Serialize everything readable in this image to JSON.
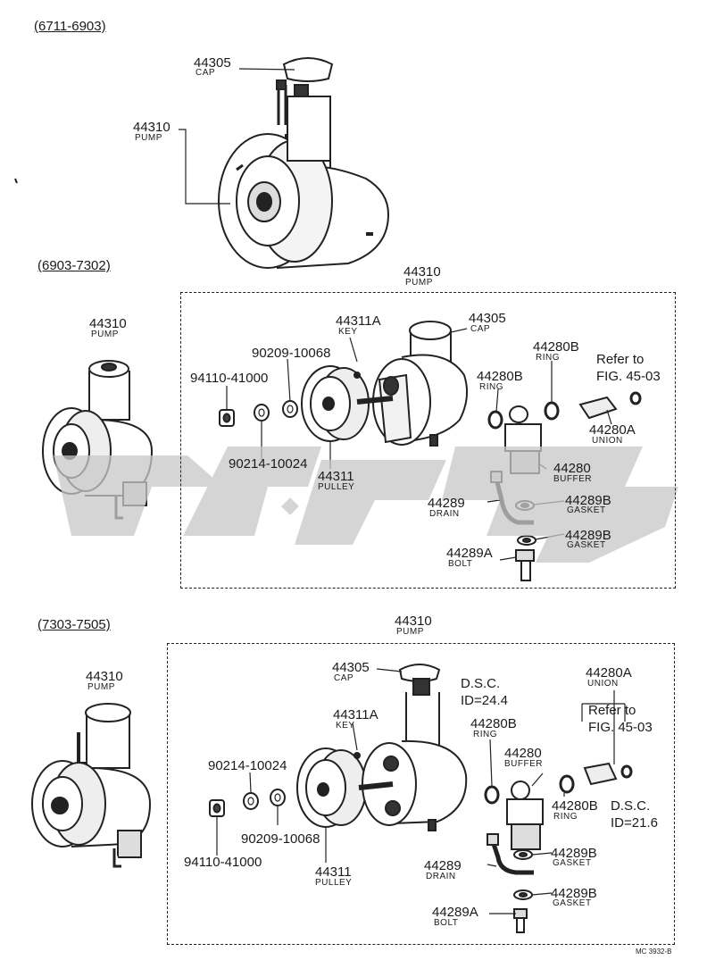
{
  "sections": [
    {
      "header": "(6711-6903)",
      "labels": {
        "cap_num": "44305",
        "cap_name": "CAP",
        "pump_num": "44310",
        "pump_name": "PUMP"
      }
    },
    {
      "header": "(6903-7302)",
      "labels": {
        "frame_num": "44310",
        "frame_name": "PUMP",
        "side_pump_num": "44310",
        "side_pump_name": "PUMP",
        "key_num": "44311A",
        "key_name": "KEY",
        "cap_num": "44305",
        "cap_name": "CAP",
        "ring1_num": "44280B",
        "ring1_name": "RING",
        "ring2_num": "44280B",
        "ring2_name": "RING",
        "refer_line1": "Refer to",
        "refer_line2": "FIG. 45-03",
        "washer_num": "90209-10068",
        "nut_num": "94110-41000",
        "washer2_num": "90214-10024",
        "pulley_num": "44311",
        "pulley_name": "PULLEY",
        "union_num": "44280A",
        "union_name": "UNION",
        "buffer_num": "44280",
        "buffer_name": "BUFFER",
        "drain_num": "44289",
        "drain_name": "DRAIN",
        "gasket1_num": "44289B",
        "gasket1_name": "GASKET",
        "gasket2_num": "44289B",
        "gasket2_name": "GASKET",
        "bolt_num": "44289A",
        "bolt_name": "BOLT"
      }
    },
    {
      "header": "(7303-7505)",
      "labels": {
        "frame_num": "44310",
        "frame_name": "PUMP",
        "side_pump_num": "44310",
        "side_pump_name": "PUMP",
        "cap_num": "44305",
        "cap_name": "CAP",
        "dsc1_line1": "D.S.C.",
        "dsc1_line2": "ID=24.4",
        "union_num": "44280A",
        "union_name": "UNION",
        "refer_line1": "Refer to",
        "refer_line2": "FIG. 45-03",
        "key_num": "44311A",
        "key_name": "KEY",
        "ring1_num": "44280B",
        "ring1_name": "RING",
        "buffer_num": "44280",
        "buffer_name": "BUFFER",
        "washer2_num": "90214-10024",
        "ring2_num": "44280B",
        "ring2_name": "RING",
        "dsc2_line1": "D.S.C.",
        "dsc2_line2": "ID=21.6",
        "washer_num": "90209-10068",
        "nut_num": "94110-41000",
        "pulley_num": "44311",
        "pulley_name": "PULLEY",
        "drain_num": "44289",
        "drain_name": "DRAIN",
        "gasket1_num": "44289B",
        "gasket1_name": "GASKET",
        "gasket2_num": "44289B",
        "gasket2_name": "GASKET",
        "bolt_num": "44289A",
        "bolt_name": "BOLT"
      }
    }
  ],
  "footer_code": "MC 3932-B",
  "colors": {
    "ink": "#1a1a1a",
    "watermark": "#c8c8c8"
  }
}
